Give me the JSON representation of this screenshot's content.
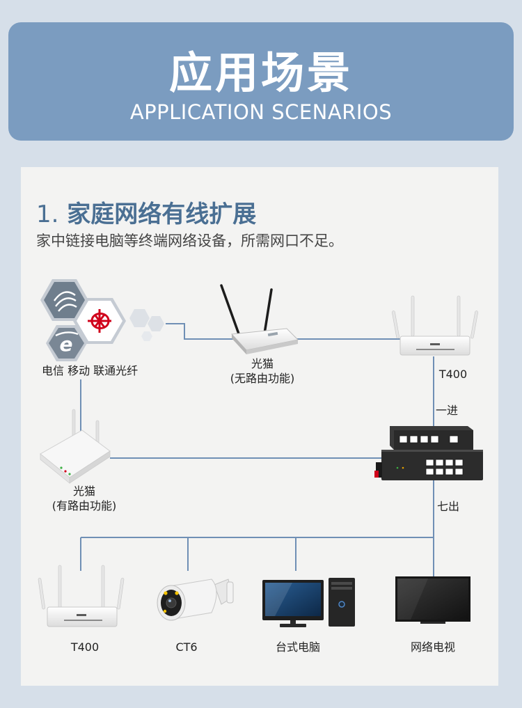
{
  "header": {
    "title": "应用场景",
    "subtitle": "APPLICATION SCENARIOS"
  },
  "section": {
    "number": "1.",
    "title": "家庭网络有线扩展",
    "description": "家中链接电脑等终端网络设备，所需网口不足。"
  },
  "nodes": {
    "isp_label": "电信 移动 联通光纤",
    "modem_top_label": "光猫",
    "modem_top_note": "(无路由功能)",
    "router_top_label": "T400",
    "modem_left_label": "光猫",
    "modem_left_note": "(有路由功能)"
  },
  "links": {
    "uplink_label": "一进",
    "downlink_label": "七出"
  },
  "devices": [
    "T400",
    "CT6",
    "台式电脑",
    "网络电视"
  ],
  "colors": {
    "banner": "#7b9cc0",
    "title_text": "#4a6f93",
    "line": "#6f8fb5",
    "unicom_red": "#d0021b"
  }
}
